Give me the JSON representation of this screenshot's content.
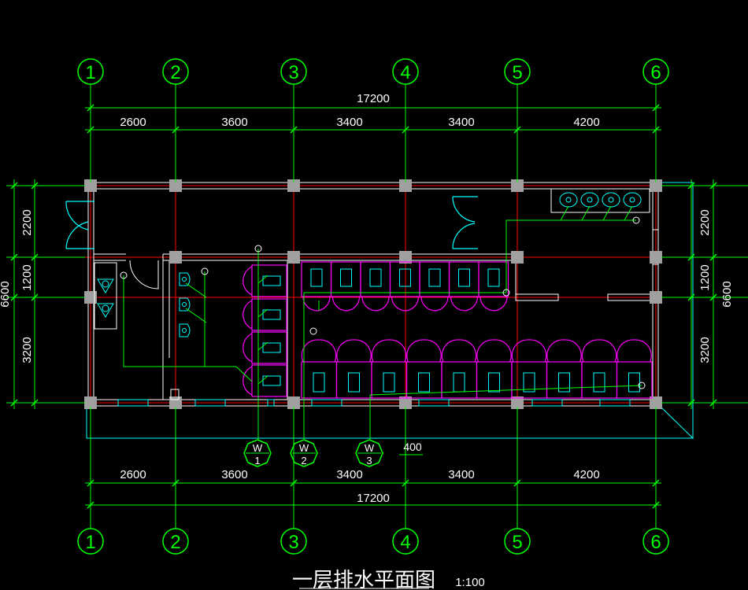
{
  "drawing": {
    "title": "一层排水平面图",
    "scale": "1:100"
  },
  "axes": {
    "labels": [
      "1",
      "2",
      "3",
      "4",
      "5",
      "6"
    ]
  },
  "dimensions": {
    "top_total": "17200",
    "top_segments": [
      "2600",
      "3600",
      "3400",
      "3400",
      "4200"
    ],
    "bottom_segments": [
      "2600",
      "3600",
      "3400",
      "3400",
      "4200"
    ],
    "bottom_total": "17200",
    "left_segments": [
      "2200",
      "1200",
      "3200"
    ],
    "left_total": "6600",
    "right_segments": [
      "2200",
      "1200",
      "3200"
    ],
    "right_total": "6600",
    "small_dim": "400"
  },
  "drain_risers": [
    {
      "letter": "W",
      "number": "1"
    },
    {
      "letter": "W",
      "number": "2"
    },
    {
      "letter": "W",
      "number": "3"
    }
  ],
  "colors": {
    "grid": "#ff0000",
    "dimension": "#00ff00",
    "wall": "#ffffff",
    "fixture": "#00ffff",
    "partition": "#ff00ff",
    "column": "#a0a0a0"
  }
}
